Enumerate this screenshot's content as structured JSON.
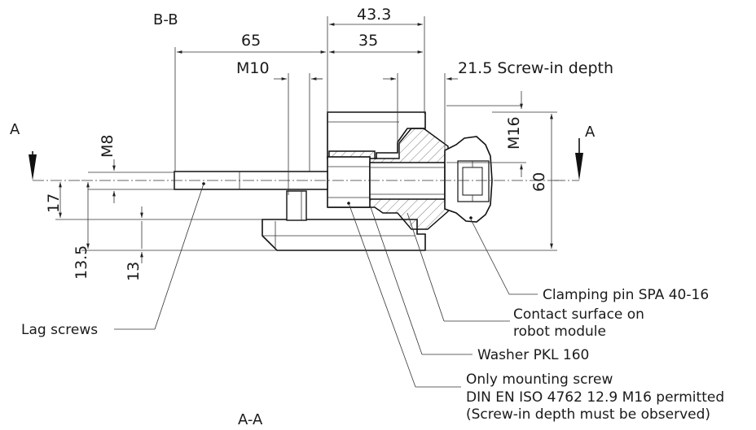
{
  "section_label_top": "B-B",
  "section_label_bottom": "A-A",
  "section_arrow_left": "A",
  "section_arrow_right": "A",
  "dimensions": {
    "d43_3": "43.3",
    "d65": "65",
    "d35": "35",
    "m10": "M10",
    "d21_5": "21.5 Screw-in depth",
    "m16": "M16",
    "m8": "M8",
    "d60": "60",
    "d17": "17",
    "d13_5": "13.5",
    "d13": "13"
  },
  "callouts": {
    "clamping_pin": "Clamping pin SPA 40-16",
    "contact_surface_1": "Contact surface on",
    "contact_surface_2": "robot module",
    "washer": "Washer PKL 160",
    "lag_screws": "Lag screws",
    "mounting_1": "Only mounting screw",
    "mounting_2": "DIN EN ISO 4762 12.9 M16 permitted",
    "mounting_3": "(Screw-in depth must be observed)"
  }
}
